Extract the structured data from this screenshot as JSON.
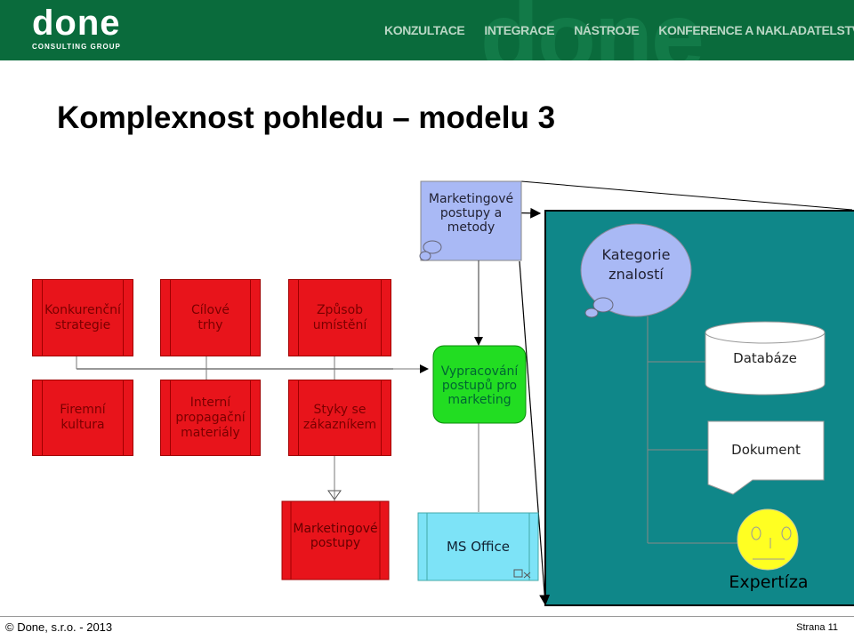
{
  "header": {
    "logo": "done",
    "logo_sub": "CONSULTING GROUP",
    "bg_word": "done",
    "nav": [
      "KONZULTACE",
      "INTEGRACE",
      "NÁSTROJE",
      "KONFERENCE A NAKLADATELSTVÍ"
    ]
  },
  "title": "Komplexnost pohledu – modelu 3",
  "diagram": {
    "top_process": "Marketingové\npostupy a\nmetody",
    "category": "Kategorie\nznalostí",
    "row1": [
      "Konkurenční\nstrategie",
      "Cílové\ntrhy",
      "Způsob\numístění"
    ],
    "row2": [
      "Firemní\nkultura",
      "Interní\npropagační\nmateriály",
      "Styky se\nzákazníkem"
    ],
    "green": "Vypracování\npostupů pro\nmarketing",
    "database": "Databáze",
    "document": "Dokument",
    "bottom_red": "Marketingové\npostupy",
    "ms_office": "MS Office",
    "expertise": "Expertíza"
  },
  "colors": {
    "header_green": "#0a6b3c",
    "panel_teal": "#0f8789",
    "red": "#e8141b",
    "green_box": "#22dd22",
    "light_blue": "#a9b9f5",
    "cyan": "#7de3f7",
    "face_yellow": "#ffff22"
  },
  "footer": {
    "left": "© Done, s.r.o. - 2013",
    "right": "Strana  11"
  }
}
